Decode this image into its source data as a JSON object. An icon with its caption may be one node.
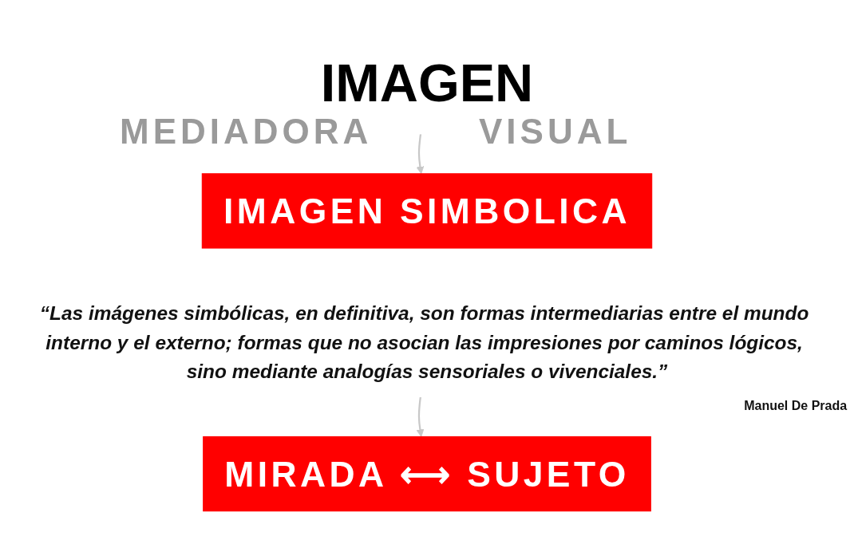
{
  "diagram": {
    "nodes": [
      {
        "text": [
          "IMAGEN"
        ]
      },
      {
        "text": [
          "IMAGEN SIMBOLICA"
        ]
      },
      {
        "text": [
          "“Las imágenes simbólicas, en definitiva, son formas intermediarias entre el mundo interno y el externo; formas que no asocian las impresiones por caminos lógicos, sino mediante analogías sensoriales o vivenciales.”"
        ],
        "beside": [
          "Manuel De Prada"
        ]
      },
      {
        "text": [
          "MIRADA ⟷ SUJETO"
        ]
      }
    ],
    "edges": [
      {
        "from": 0,
        "to": 1,
        "arrow": "to",
        "color": "#c8c8c8"
      },
      {
        "from": 2,
        "to": 3,
        "arrow": "to",
        "color": "#c8c8c8"
      }
    ],
    "labels": [
      "MEDIADORA",
      "VISUAL"
    ]
  }
}
